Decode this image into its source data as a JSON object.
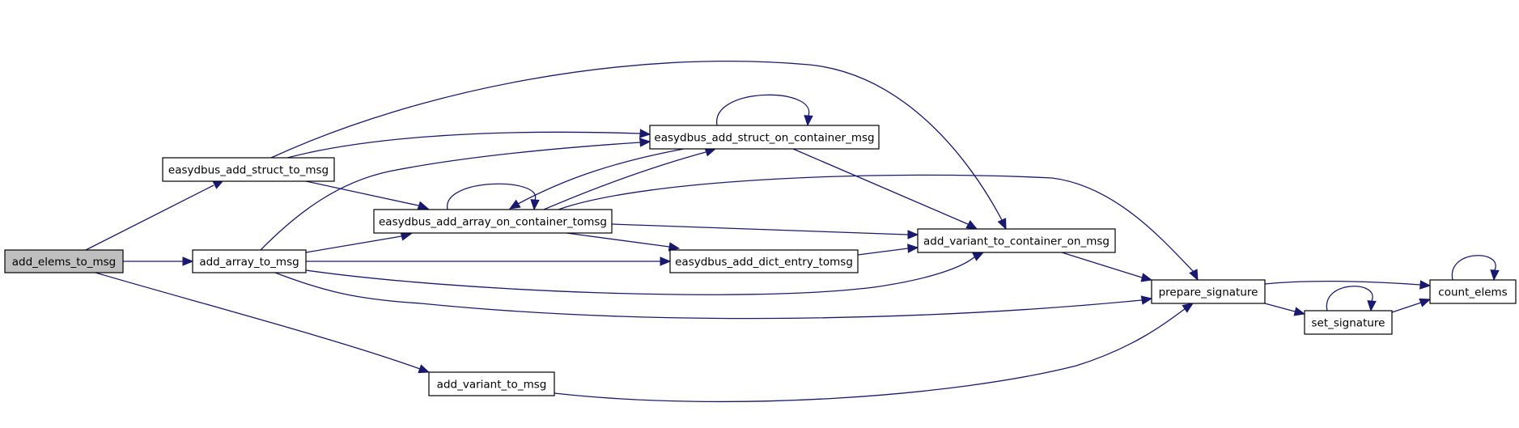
{
  "diagram": {
    "type": "call-graph",
    "colors": {
      "edge": "#191970",
      "node_fill": "#ffffff",
      "root_fill": "#bfbfbf",
      "node_border": "#000000"
    },
    "nodes": [
      {
        "id": "add_elems_to_msg",
        "label": "add_elems_to_msg",
        "root": true
      },
      {
        "id": "easydbus_add_struct_to_msg",
        "label": "easydbus_add_struct_to_msg"
      },
      {
        "id": "add_array_to_msg",
        "label": "add_array_to_msg"
      },
      {
        "id": "add_variant_to_msg",
        "label": "add_variant_to_msg"
      },
      {
        "id": "easydbus_add_struct_on_container_msg",
        "label": "easydbus_add_struct_on_container_msg"
      },
      {
        "id": "easydbus_add_array_on_container_tomsg",
        "label": "easydbus_add_array_on_container_tomsg"
      },
      {
        "id": "easydbus_add_dict_entry_tomsg",
        "label": "easydbus_add_dict_entry_tomsg"
      },
      {
        "id": "add_variant_to_container_on_msg",
        "label": "add_variant_to_container_on_msg"
      },
      {
        "id": "prepare_signature",
        "label": "prepare_signature"
      },
      {
        "id": "set_signature",
        "label": "set_signature"
      },
      {
        "id": "count_elems",
        "label": "count_elems"
      }
    ],
    "edges": [
      {
        "from": "add_elems_to_msg",
        "to": "easydbus_add_struct_to_msg"
      },
      {
        "from": "add_elems_to_msg",
        "to": "add_array_to_msg"
      },
      {
        "from": "add_elems_to_msg",
        "to": "add_variant_to_msg"
      },
      {
        "from": "easydbus_add_struct_to_msg",
        "to": "add_variant_to_container_on_msg"
      },
      {
        "from": "easydbus_add_struct_to_msg",
        "to": "easydbus_add_struct_on_container_msg"
      },
      {
        "from": "easydbus_add_struct_to_msg",
        "to": "easydbus_add_array_on_container_tomsg"
      },
      {
        "from": "add_array_to_msg",
        "to": "easydbus_add_struct_on_container_msg"
      },
      {
        "from": "add_array_to_msg",
        "to": "easydbus_add_array_on_container_tomsg"
      },
      {
        "from": "add_array_to_msg",
        "to": "easydbus_add_dict_entry_tomsg"
      },
      {
        "from": "add_array_to_msg",
        "to": "add_variant_to_container_on_msg"
      },
      {
        "from": "add_array_to_msg",
        "to": "prepare_signature"
      },
      {
        "from": "add_variant_to_msg",
        "to": "prepare_signature"
      },
      {
        "from": "easydbus_add_struct_on_container_msg",
        "to": "easydbus_add_struct_on_container_msg"
      },
      {
        "from": "easydbus_add_struct_on_container_msg",
        "to": "easydbus_add_array_on_container_tomsg"
      },
      {
        "from": "easydbus_add_struct_on_container_msg",
        "to": "add_variant_to_container_on_msg"
      },
      {
        "from": "easydbus_add_array_on_container_tomsg",
        "to": "easydbus_add_array_on_container_tomsg"
      },
      {
        "from": "easydbus_add_array_on_container_tomsg",
        "to": "easydbus_add_struct_on_container_msg"
      },
      {
        "from": "easydbus_add_array_on_container_tomsg",
        "to": "easydbus_add_dict_entry_tomsg"
      },
      {
        "from": "easydbus_add_array_on_container_tomsg",
        "to": "add_variant_to_container_on_msg"
      },
      {
        "from": "easydbus_add_array_on_container_tomsg",
        "to": "prepare_signature"
      },
      {
        "from": "easydbus_add_dict_entry_tomsg",
        "to": "add_variant_to_container_on_msg"
      },
      {
        "from": "add_variant_to_container_on_msg",
        "to": "prepare_signature"
      },
      {
        "from": "prepare_signature",
        "to": "count_elems"
      },
      {
        "from": "prepare_signature",
        "to": "set_signature"
      },
      {
        "from": "set_signature",
        "to": "set_signature"
      },
      {
        "from": "set_signature",
        "to": "count_elems"
      },
      {
        "from": "count_elems",
        "to": "count_elems"
      }
    ]
  }
}
